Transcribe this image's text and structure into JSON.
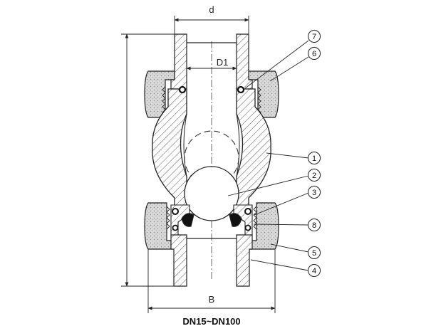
{
  "dimensions": {
    "outer_diameter": "d",
    "inner_diameter": "D1",
    "overall_width": "B"
  },
  "caption": "DN15~DN100",
  "callouts": [
    {
      "num": "7"
    },
    {
      "num": "6"
    },
    {
      "num": "1"
    },
    {
      "num": "2"
    },
    {
      "num": "3"
    },
    {
      "num": "8"
    },
    {
      "num": "5"
    },
    {
      "num": "4"
    }
  ],
  "colors": {
    "line": "#222222",
    "hatch": "#555555",
    "nut_fill": "#d9d9d9"
  }
}
